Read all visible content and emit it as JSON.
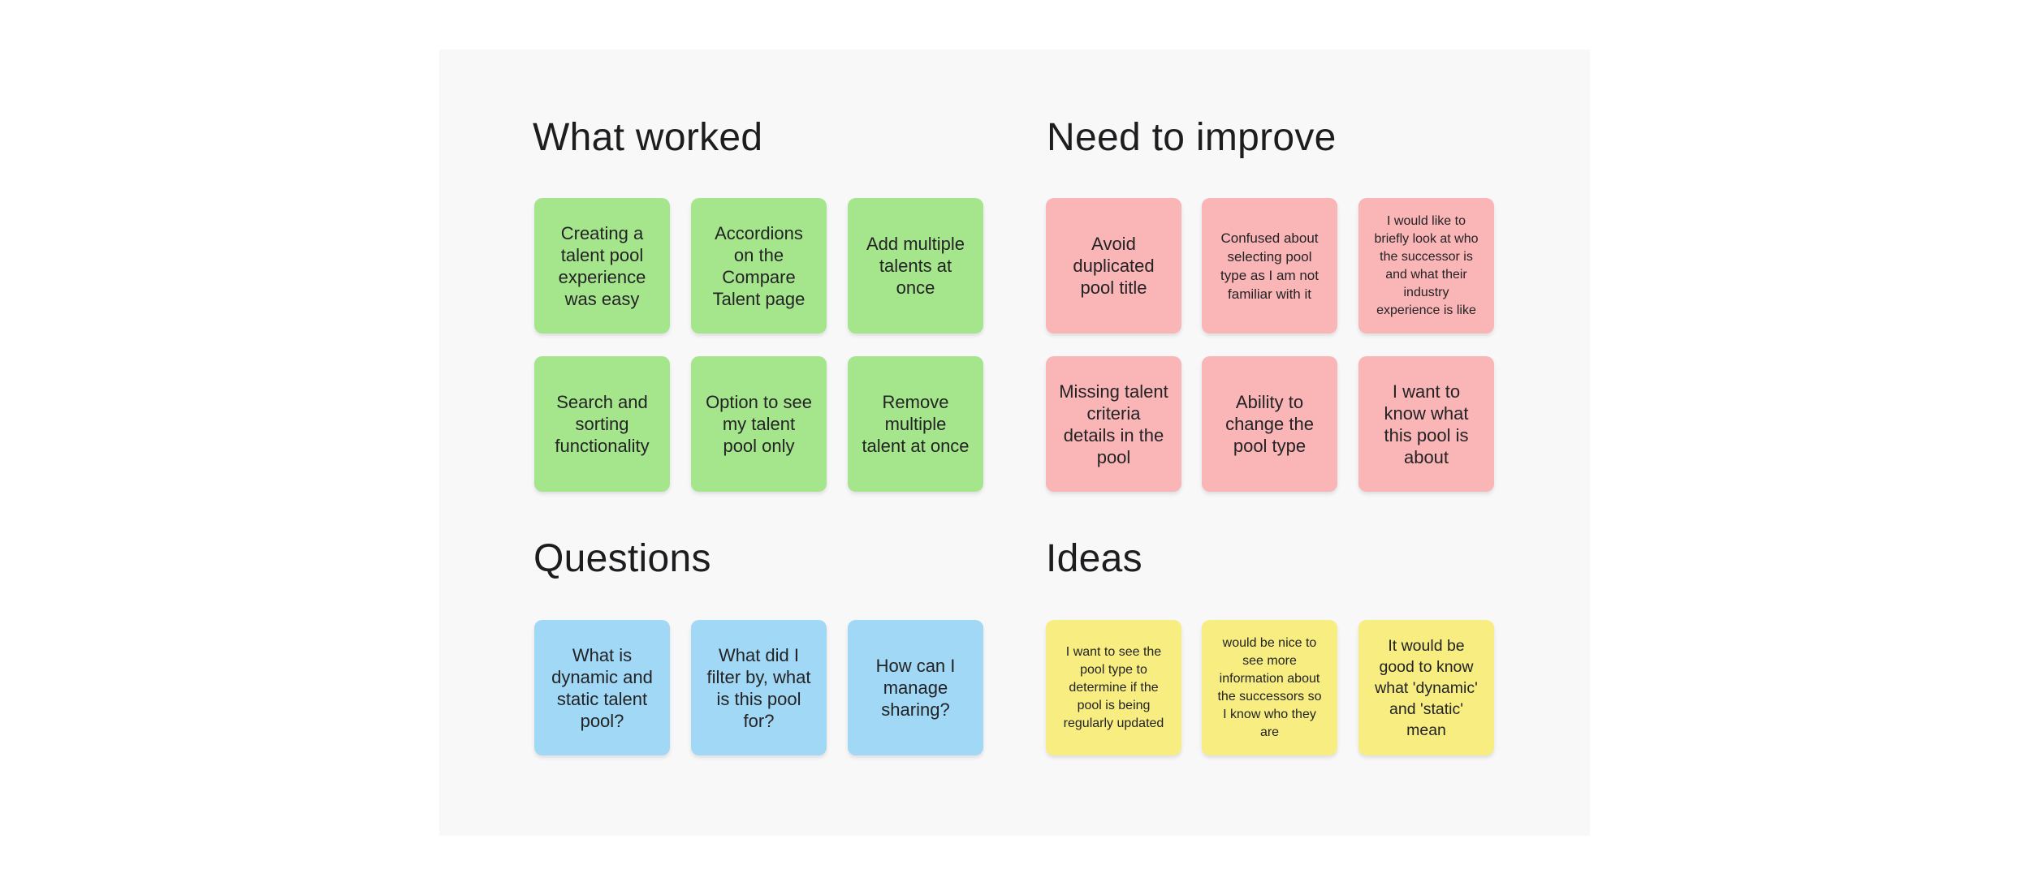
{
  "board": {
    "page_background": "#ffffff",
    "canvas_background": "#f8f8f9",
    "title_color": "#1d1d1f",
    "note_text_color": "#232325"
  },
  "sections": {
    "what_worked": {
      "title": "What worked",
      "note_color": "#a5e68c",
      "notes": [
        {
          "text": "Creating a talent pool experience was easy"
        },
        {
          "text": "Accordions on the Compare Talent page"
        },
        {
          "text": "Add multiple talents at once"
        },
        {
          "text": "Search and sorting functionality"
        },
        {
          "text": "Option to see my talent pool only"
        },
        {
          "text": "Remove multiple talent at once"
        }
      ]
    },
    "need_to_improve": {
      "title": "Need to improve",
      "note_color": "#fab5b7",
      "notes": [
        {
          "text": "Avoid duplicated pool title"
        },
        {
          "text": "Confused about selecting pool type as I am not familiar with it"
        },
        {
          "text": "I would like to briefly look at who the successor is and what their industry experience is like"
        },
        {
          "text": "Missing talent criteria details in the pool"
        },
        {
          "text": "Ability to change the pool type"
        },
        {
          "text": "I want to know what this pool is about"
        }
      ]
    },
    "questions": {
      "title": "Questions",
      "note_color": "#a0d8f5",
      "notes": [
        {
          "text": "What is dynamic and static talent pool?"
        },
        {
          "text": "What did I filter by, what is this pool for?"
        },
        {
          "text": "How can I manage sharing?"
        }
      ]
    },
    "ideas": {
      "title": "Ideas",
      "note_color": "#f7ed80",
      "notes": [
        {
          "text": "I want to see the pool type to determine if the pool is being regularly updated"
        },
        {
          "text": "would be nice to see more information about the successors so I know who they are"
        },
        {
          "text": "It would be good to know what 'dynamic' and 'static' mean"
        }
      ]
    }
  }
}
